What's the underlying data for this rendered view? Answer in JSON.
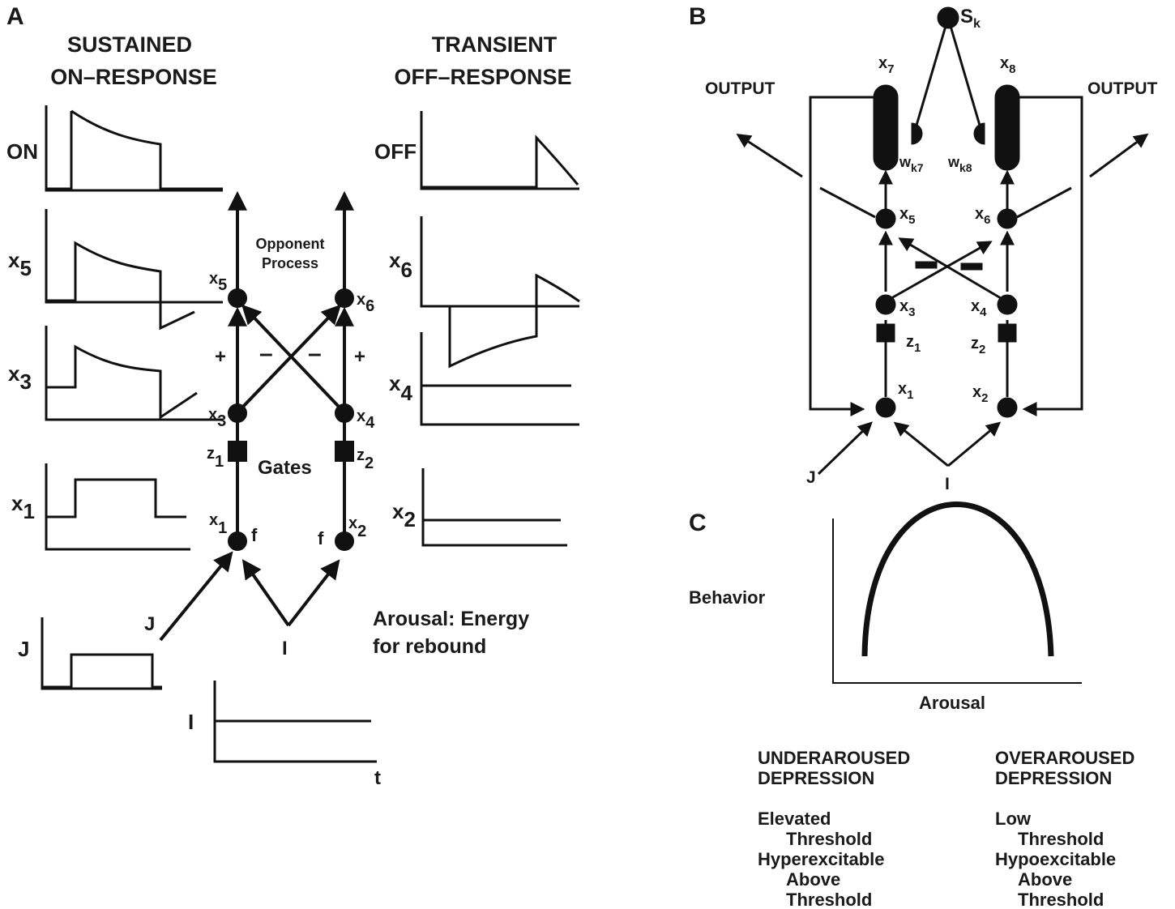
{
  "panel_a": {
    "letter": "A",
    "left_title_1": "SUSTAINED",
    "left_title_2": "ON–RESPONSE",
    "right_title_1": "TRANSIENT",
    "right_title_2": "OFF–RESPONSE",
    "trace_labels": {
      "on": "ON",
      "x5": "x",
      "x5_sub": "5",
      "x3": "x",
      "x3_sub": "3",
      "x1": "x",
      "x1_sub": "1",
      "j": "J",
      "off": "OFF",
      "x6": "x",
      "x6_sub": "6",
      "x4": "x",
      "x4_sub": "4",
      "x2": "x",
      "x2_sub": "2",
      "i": "I",
      "t": "t"
    },
    "network": {
      "opponent_1": "Opponent",
      "opponent_2": "Process",
      "gates": "Gates",
      "plus": "+",
      "minus": "–",
      "x": "x",
      "z": "z",
      "f": "f",
      "j": "J",
      "i": "I",
      "sub_1": "1",
      "sub_2": "2",
      "sub_3": "3",
      "sub_4": "4",
      "sub_5": "5",
      "sub_6": "6"
    },
    "arousal_1": "Arousal: Energy",
    "arousal_2": "for rebound"
  },
  "panel_b": {
    "letter": "B",
    "output": "OUTPUT",
    "s": "S",
    "s_sub": "k",
    "w": "w",
    "w_sub_7": "k7",
    "w_sub_8": "k8",
    "x": "x",
    "z": "z",
    "j": "J",
    "i": "I"
  },
  "panel_c": {
    "letter": "C",
    "ylabel": "Behavior",
    "xlabel": "Arousal",
    "left_head_1": "UNDERAROUSED",
    "left_head_2": "DEPRESSION",
    "left_lines": [
      "Elevated",
      "Threshold",
      "Hyperexcitable",
      "Above",
      "Threshold"
    ],
    "right_head_1": "OVERAROUSED",
    "right_head_2": "DEPRESSION",
    "right_lines": [
      "Low",
      "Threshold",
      "Hypoexcitable",
      "Above",
      "Threshold"
    ]
  }
}
